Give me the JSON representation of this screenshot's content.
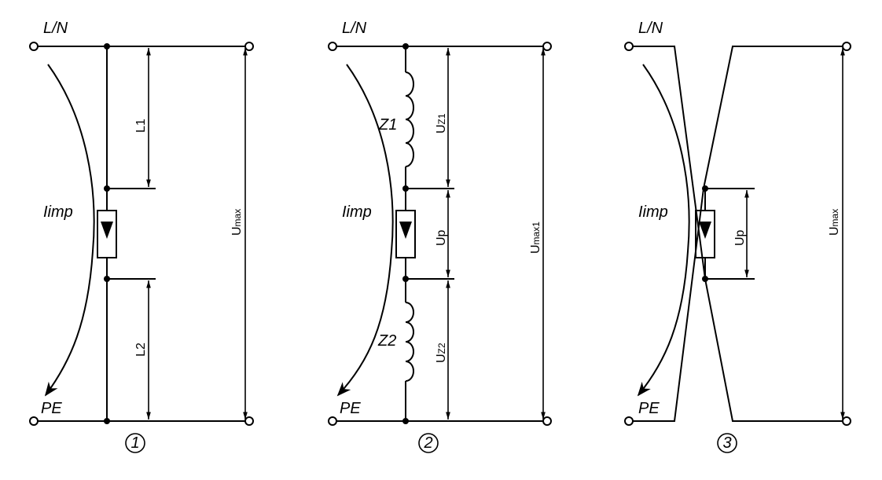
{
  "diagrams": [
    {
      "number": "1",
      "line_label": "L/N",
      "pe_label": "PE",
      "current_label": "Iimp",
      "dim_top": "L1",
      "dim_bottom": "L2",
      "total": {
        "main": "U",
        "sub": "max"
      }
    },
    {
      "number": "2",
      "line_label": "L/N",
      "pe_label": "PE",
      "current_label": "Iimp",
      "z1": "Z1",
      "z2": "Z2",
      "dim_top": {
        "main": "U",
        "sub": "Z1"
      },
      "dim_mid": {
        "main": "U",
        "sub": "p"
      },
      "dim_bottom": {
        "main": "U",
        "sub": "Z2"
      },
      "total": {
        "main": "U",
        "sub": "max1"
      }
    },
    {
      "number": "3",
      "line_label": "L/N",
      "pe_label": "PE",
      "current_label": "Iimp",
      "dim_mid": {
        "main": "U",
        "sub": "p"
      },
      "total": {
        "main": "U",
        "sub": "max"
      }
    }
  ],
  "colors": {
    "line": "#000000",
    "background": "#ffffff"
  }
}
